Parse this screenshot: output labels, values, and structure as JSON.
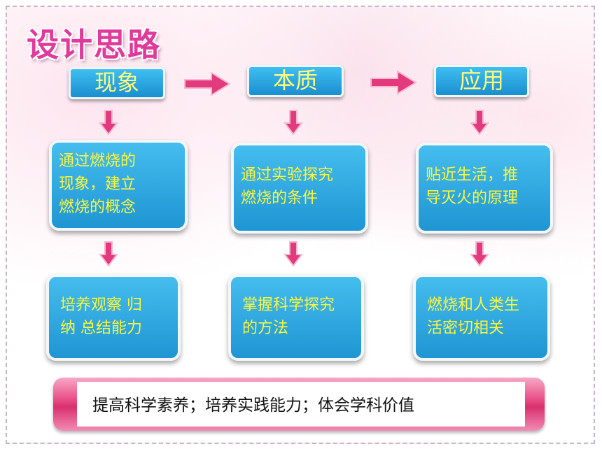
{
  "title": "设计思路",
  "columns": [
    {
      "head": "现象",
      "goal": "通过燃烧的现象，建立燃烧的概念",
      "goal_lines": [
        "通过燃烧的",
        "现象，建立",
        "燃烧的概念"
      ],
      "ability_lines": [
        "培养观察 归",
        "纳 总结能力"
      ]
    },
    {
      "head": "本质",
      "goal_lines": [
        "通过实验探究",
        "燃烧的条件"
      ],
      "ability_lines": [
        "掌握科学探究",
        "的方法"
      ]
    },
    {
      "head": "应用",
      "goal_lines": [
        "贴近生活，推",
        "导灭火的原理"
      ],
      "ability_lines": [
        "燃烧和人类生",
        "活密切相关"
      ]
    }
  ],
  "summary": "提高科学素养；培养实践能力；体会学科价值",
  "colors": {
    "title": "#e03a9d",
    "box_fill": "#2aa6e0",
    "box_text": "#fbf63a",
    "arrow": "#e23a7c",
    "banner": "#e6457f"
  }
}
